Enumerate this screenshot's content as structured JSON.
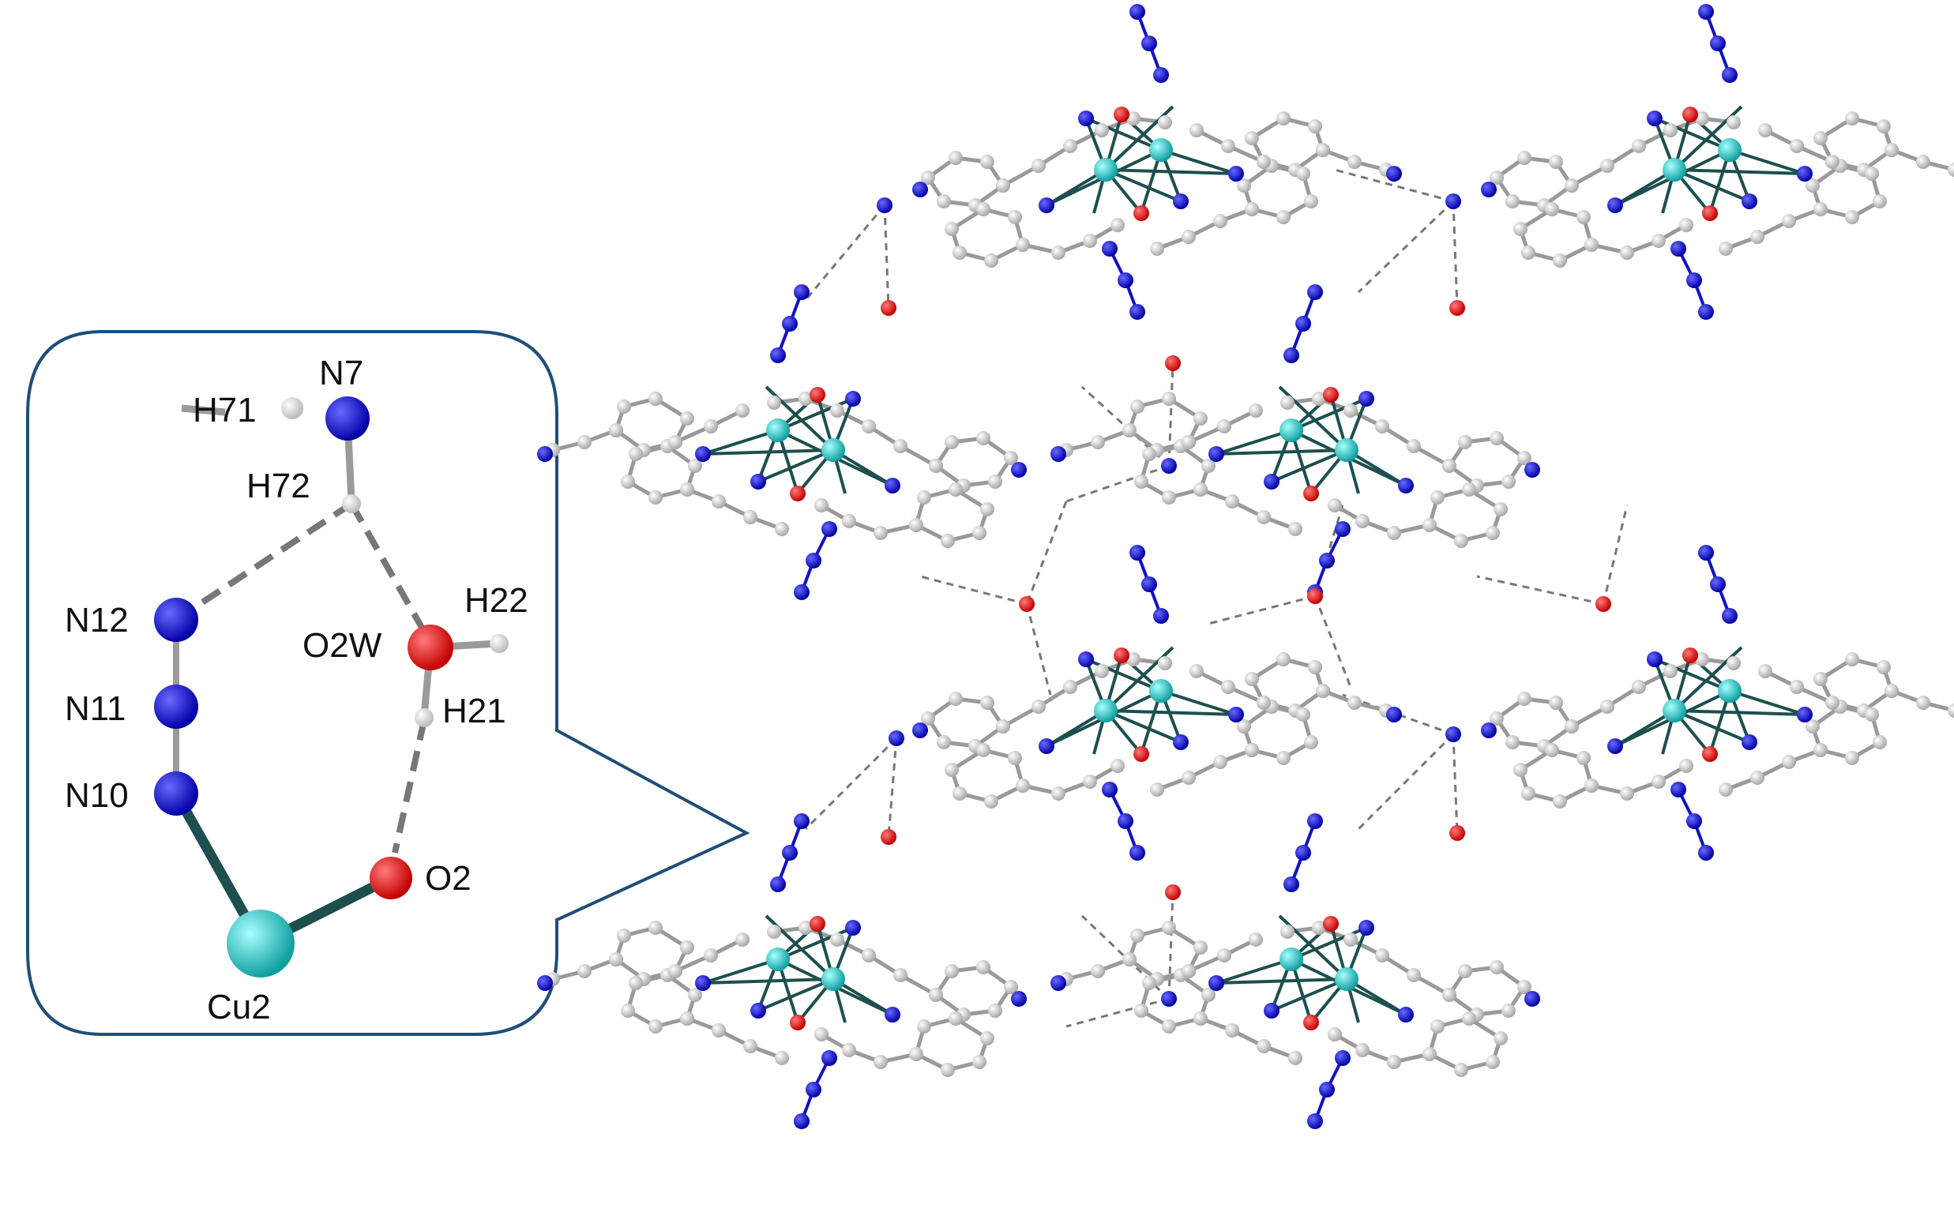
{
  "labels": {
    "n7": "N7",
    "h71": "H71",
    "h72": "H72",
    "n12": "N12",
    "n11": "N11",
    "n10": "N10",
    "o2w": "O2W",
    "h22": "H22",
    "h21": "H21",
    "o2": "O2",
    "cu2": "Cu2"
  },
  "colors": {
    "callout_border": "#1f4e79",
    "carbon": "#c8c8c8",
    "nitrogen": "#1010c8",
    "oxygen": "#e00000",
    "copper": "#20c0c0",
    "bond_cu": "#1d4f4f",
    "hbond": "#777777"
  }
}
